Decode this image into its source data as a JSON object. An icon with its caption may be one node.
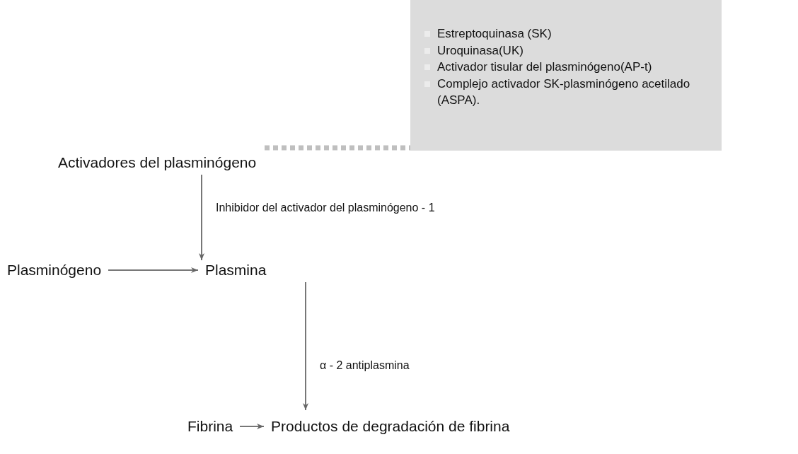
{
  "diagram": {
    "nodes": [
      {
        "text": [
          "Estreptoquinasa (SK)",
          "Uroquinasa(UK)",
          "Activador tisular del plasminógeno(AP-t)",
          "Complejo activador SK-plasminógeno acetilado (ASPA)."
        ]
      },
      {
        "text": [
          "Activadores del plasminógeno"
        ]
      },
      {
        "text": [
          "Plasminógeno"
        ]
      },
      {
        "text": [
          "Plasmina"
        ]
      },
      {
        "text": [
          "Fibrina"
        ]
      },
      {
        "text": [
          "Productos de degradación de fibrina"
        ]
      }
    ],
    "edges": [
      {
        "from": 1,
        "to": 0,
        "arrow": "none",
        "style": "dashed",
        "color": "#bfbfbf"
      },
      {
        "from": 1,
        "to": 3,
        "arrow": "to",
        "label": "Inhibidor del activador del plasminógeno - 1"
      },
      {
        "from": 2,
        "to": 3,
        "arrow": "to"
      },
      {
        "from": 3,
        "to": 5,
        "arrow": "to",
        "label": "α - 2 antiplasmina"
      },
      {
        "from": 4,
        "to": 5,
        "arrow": "to"
      }
    ]
  }
}
